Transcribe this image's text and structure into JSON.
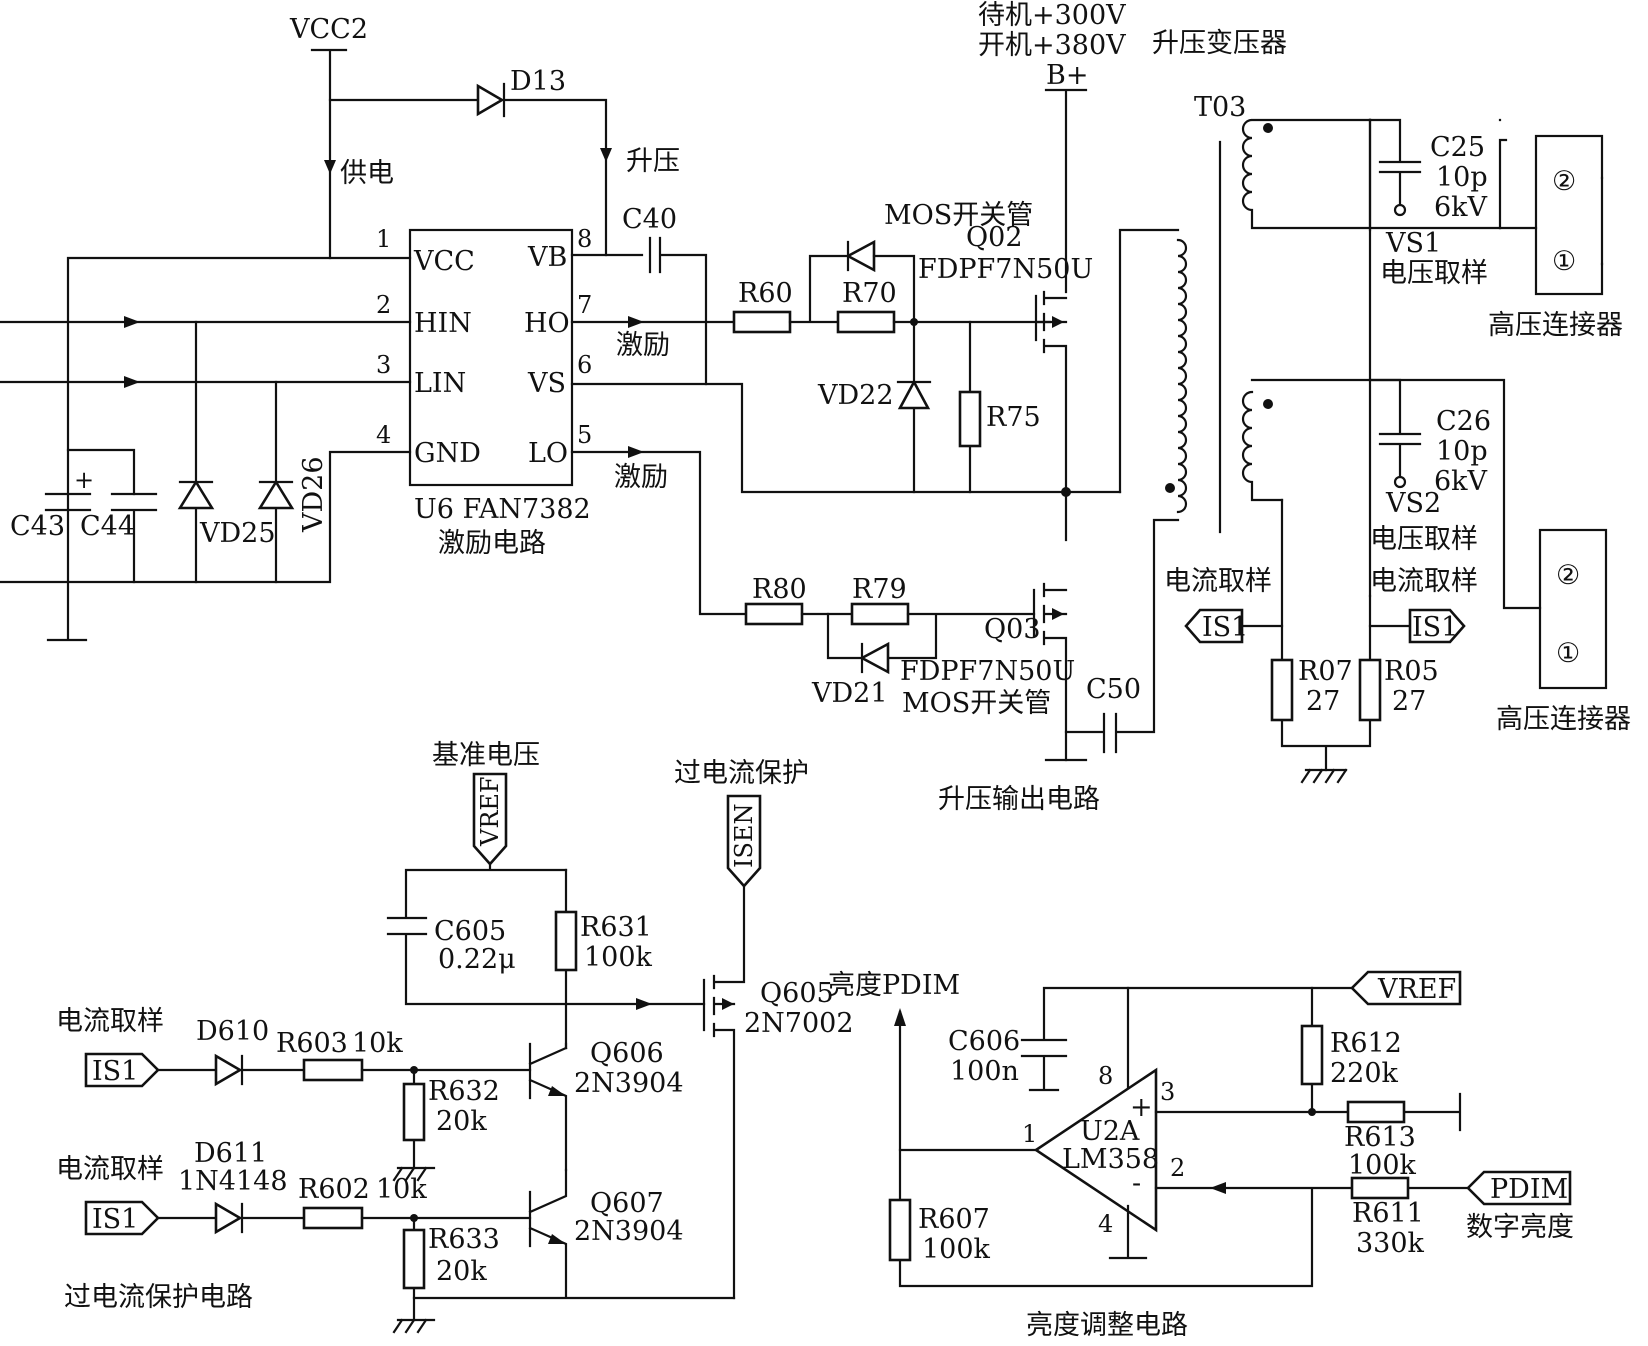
{
  "supply": {
    "vcc2": "VCC2",
    "d13": "D13",
    "supply_label": "供电",
    "boost_label": "升压"
  },
  "ic": {
    "vcc": "VCC",
    "hin": "HIN",
    "lin": "LIN",
    "gnd": "GND",
    "vb": "VB",
    "ho": "HO",
    "vs": "VS",
    "lo": "LO",
    "pin1": "1",
    "pin2": "2",
    "pin3": "3",
    "pin4": "4",
    "pin5": "5",
    "pin6": "6",
    "pin7": "7",
    "pin8": "8",
    "name": "U6 FAN7382",
    "title": "激励电路"
  },
  "input_parts": {
    "c43": "C43",
    "c44": "C44",
    "vd25": "VD25",
    "vd26": "VD26",
    "plus": "+"
  },
  "bplus": {
    "standby": "待机+300V",
    "on": "开机+380V",
    "label": "B+"
  },
  "transformer": {
    "title": "升压变压器",
    "ref": "T03"
  },
  "driver": {
    "c40": "C40",
    "excite_high": "激励",
    "excite_low": "激励",
    "r60": "R60",
    "r70": "R70",
    "vd22": "VD22",
    "r75": "R75",
    "r80": "R80",
    "r79": "R79",
    "vd21": "VD21"
  },
  "q02": {
    "title": "MOS开关管",
    "ref": "Q02",
    "part": "FDPF7N50U"
  },
  "q03": {
    "ref": "Q03",
    "part": "FDPF7N50U",
    "title": "MOS开关管"
  },
  "output": {
    "c50": "C50",
    "title": "升压输出电路"
  },
  "hv_side": {
    "c25": "C25",
    "c25_value": "10p",
    "c25_voltage": "6kV",
    "vs1": "VS1",
    "vs1_label": "电压取样",
    "c26": "C26",
    "c26_value": "10p",
    "c26_voltage": "6kV",
    "vs2": "VS2",
    "vs2_label": "电压取样",
    "current_sample_left": "电流取样",
    "current_sample_right": "电流取样",
    "is1_left": "IS1",
    "is1_right": "IS1",
    "r07": "R07",
    "r07_value": "27",
    "r05": "R05",
    "r05_value": "27",
    "connector1_label": "高压连接器",
    "connector2_label": "高压连接器",
    "pin_2a": "②",
    "pin_1a": "①",
    "pin_2b": "②",
    "pin_1b": "①"
  },
  "ocp": {
    "vref_title": "基准电压",
    "vref": "VREF",
    "ocp_title": "过电流保护",
    "isen": "ISEN",
    "c605": "C605",
    "c605_value": "0.22μ",
    "r631": "R631",
    "r631_value": "100k",
    "q605": "Q605",
    "q605_part": "2N7002",
    "sample1": "电流取样",
    "is1_a": "IS1",
    "d610": "D610",
    "r603": "R603",
    "r603_value": "10k",
    "r632": "R632",
    "r632_value": "20k",
    "q606": "Q606",
    "q606_part": "2N3904",
    "sample2": "电流取样",
    "is1_b": "IS1",
    "d611": "D611",
    "d611_part": "1N4148",
    "r602": "R602",
    "r602_value": "10k",
    "r633": "R633",
    "r633_value": "20k",
    "q607": "Q607",
    "q607_part": "2N3904",
    "title": "过电流保护电路"
  },
  "brightness": {
    "pdim_out": "亮度PDIM",
    "vref": "VREF",
    "c606": "C606",
    "c606_value": "100n",
    "r612": "R612",
    "r612_value": "220k",
    "opamp": "U2A",
    "opamp_part": "LM358",
    "pin8": "8",
    "pin3": "3",
    "pin1": "1",
    "pin2": "2",
    "pin4": "4",
    "plus": "+",
    "minus": "-",
    "r613": "R613",
    "r613_value": "100k",
    "r611": "R611",
    "r611_value": "330k",
    "r607": "R607",
    "r607_value": "100k",
    "pdim": "PDIM",
    "pdim_label": "数字亮度",
    "title": "亮度调整电路"
  }
}
